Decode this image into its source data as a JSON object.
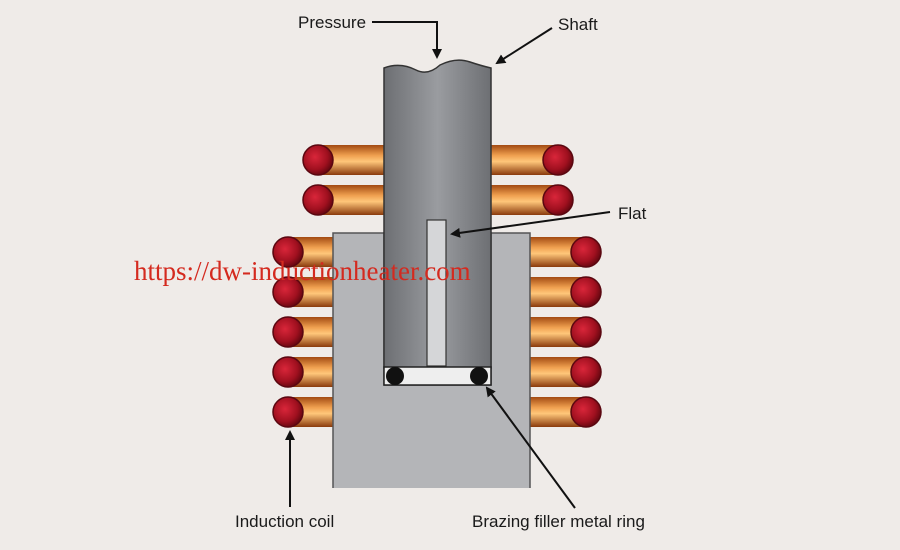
{
  "labels": {
    "pressure": "Pressure",
    "shaft": "Shaft",
    "flat": "Flat",
    "induction_coil": "Induction coil",
    "brazing_ring": "Brazing filler metal ring"
  },
  "watermark": "https://dw-inductionheater.com",
  "colors": {
    "background": "#efebe8",
    "copper": "#e08a3a",
    "coil_end": "#b5172a",
    "shaft": "#7d7f84",
    "housing": "#b4b5b8",
    "watermark": "#d42a1f"
  }
}
